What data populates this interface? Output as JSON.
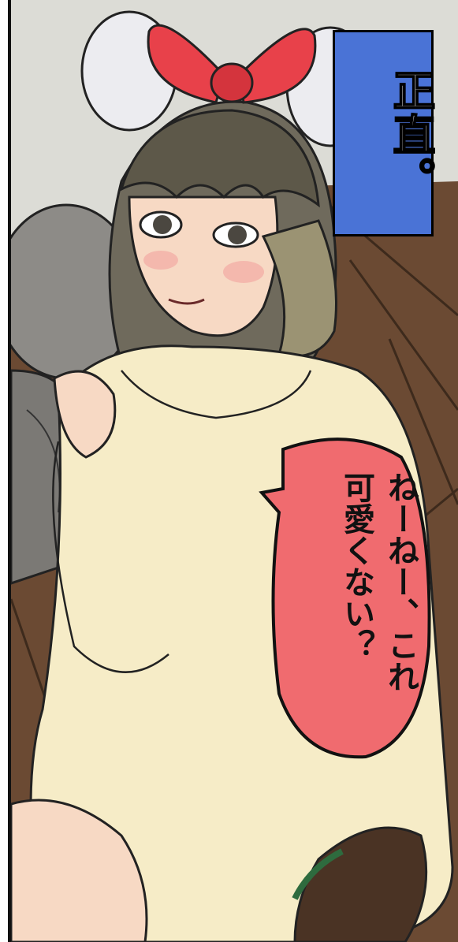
{
  "caption": {
    "text": "正直。",
    "color": "#4a73d6"
  },
  "speech": {
    "lines": [
      "ねーねー、これ",
      "可愛くない？"
    ],
    "color": "#f06b6f"
  },
  "colors": {
    "floor": "#6b4a33",
    "wall": "#dcdcd6",
    "hoodie": "#f6ecc7",
    "bow": "#e8414a"
  }
}
